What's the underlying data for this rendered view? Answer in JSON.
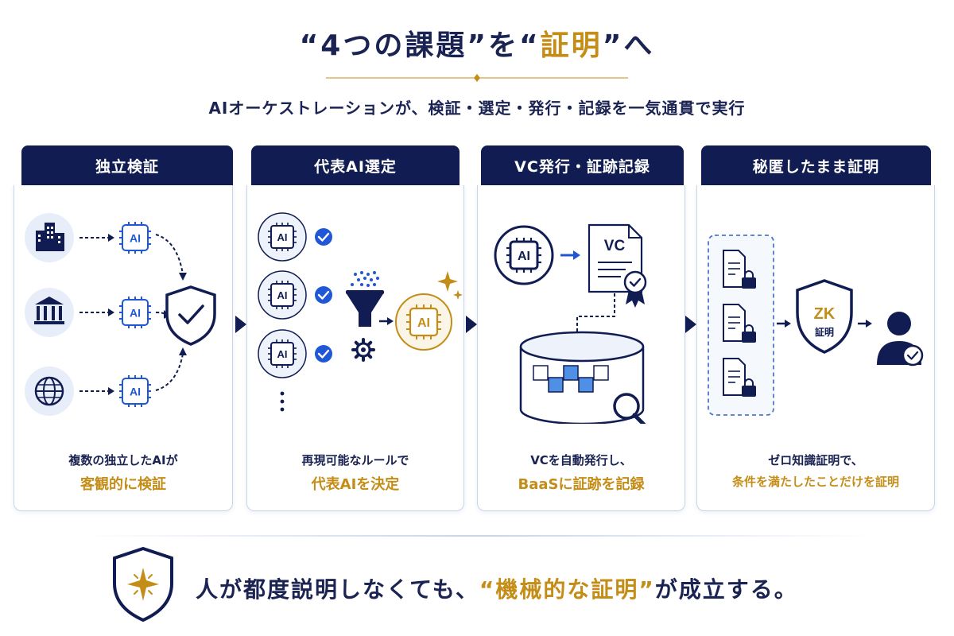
{
  "title": {
    "part1": "“4つの課題”を“",
    "highlight": "証明",
    "part2": "”へ"
  },
  "subtitle": "AIオーケストレーションが、検証・選定・発行・記録を一気通貫で実行",
  "steps": [
    {
      "header": "独立検証",
      "caption_line1": "複数の独立したAIが",
      "caption_line2": "客観的に検証",
      "icons": [
        "building-icon",
        "bank-icon",
        "globe-icon",
        "ai-chip-icon",
        "shield-check-icon"
      ]
    },
    {
      "header": "代表AI選定",
      "caption_line1": "再現可能なルールで",
      "caption_line2": "代表AIを決定",
      "icons": [
        "ai-chip-icon",
        "check-badge-icon",
        "funnel-icon",
        "gear-icon",
        "sparkle-icon"
      ]
    },
    {
      "header": "VC発行・証跡記録",
      "caption_line1": "VCを自動発行し、",
      "caption_line2": "BaaSに証跡を記録",
      "vc_label": "VC",
      "icons": [
        "ai-chip-icon",
        "certificate-icon",
        "database-icon",
        "blockchain-icon",
        "magnifier-icon"
      ]
    },
    {
      "header": "秘匿したまま証明",
      "caption_line1": "ゼロ知識証明で、",
      "caption_line2": "条件を満たしたことだけを証明",
      "zk_label": "ZK",
      "zk_sub": "証明",
      "icons": [
        "locked-document-icon",
        "shield-icon",
        "user-check-icon"
      ]
    }
  ],
  "chip_label": "AI",
  "conclusion": {
    "part1": "人が都度説明しなくても、",
    "highlight": "“機械的な証明”",
    "part2": "が成立する。"
  },
  "colors": {
    "navy": "#111d52",
    "gold": "#c48d17",
    "blue": "#1f57d6",
    "panel_border": "#c7d4ee"
  }
}
